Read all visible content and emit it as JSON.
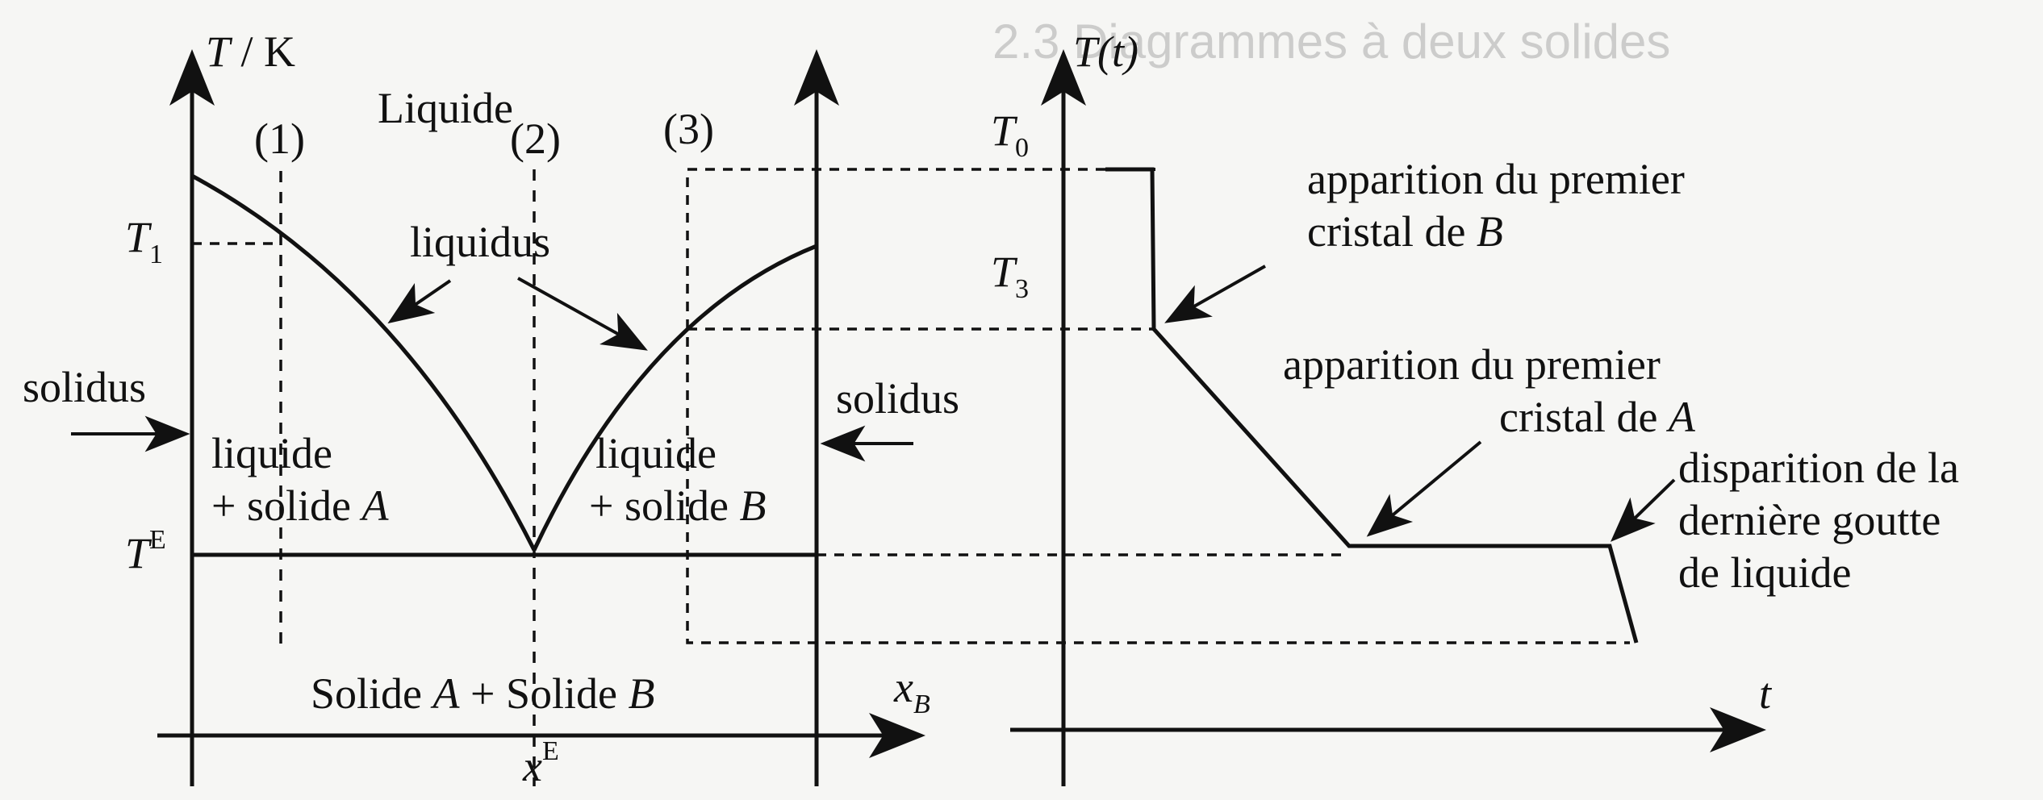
{
  "background": "#f6f6f4",
  "ink": "#111111",
  "left_diagram": {
    "y_axis_label": {
      "var": "T",
      "unit": " / K"
    },
    "x_axis_label": {
      "var": "x",
      "sub": "B"
    },
    "x_eutectic": {
      "var": "x",
      "sup": "E"
    },
    "t_eutectic": {
      "var": "T",
      "sup": "E"
    },
    "t1": {
      "var": "T",
      "sub": "1"
    },
    "path_labels": [
      "(1)",
      "(2)",
      "(3)"
    ],
    "region_liquide": "Liquide",
    "liquidus": "liquidus",
    "solidus_left": "solidus",
    "solidus_right": "solidus",
    "region_left_line1": "liquide",
    "region_left_line2_prefix": "+ solide ",
    "region_left_line2_var": "A",
    "region_right_line1": "liquide",
    "region_right_line2_prefix": "+ solide ",
    "region_right_line2_var": "B",
    "bottom_text_a": "Solide ",
    "bottom_text_a_var": "A",
    "bottom_text_plus": " + ",
    "bottom_text_b": "Solide ",
    "bottom_text_b_var": "B"
  },
  "right_diagram": {
    "y_axis_label": "T(t)",
    "t0": {
      "var": "T",
      "sub": "0"
    },
    "t3": {
      "var": "T",
      "sub": "3"
    },
    "x_axis_label": "t",
    "annot_b_line1": "apparition du premier",
    "annot_b_line2_prefix": "cristal de ",
    "annot_b_line2_var": "B",
    "annot_a_line1": "apparition du premier",
    "annot_a_line2_prefix": "cristal de ",
    "annot_a_line2_var": "A",
    "annot_end_line1": "disparition de la",
    "annot_end_line2": "dernière goutte",
    "annot_end_line3": "de liquide"
  },
  "background_heading": "2.3 Diagrammes à deux solides"
}
